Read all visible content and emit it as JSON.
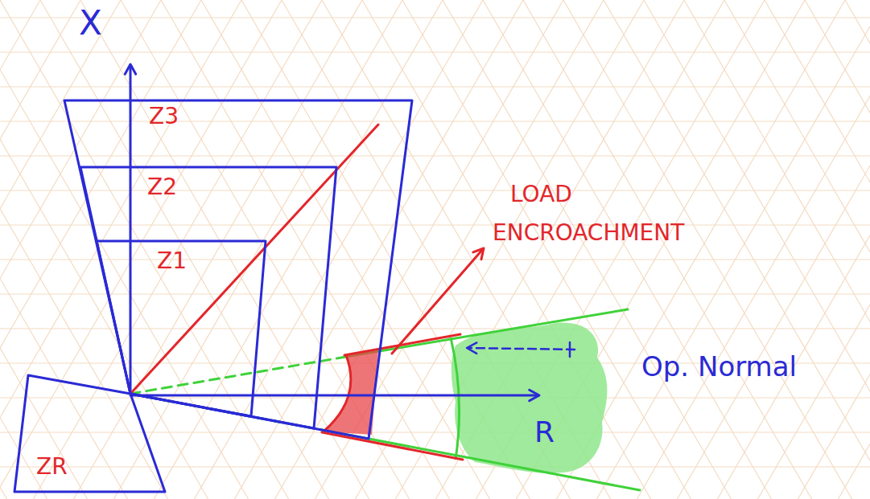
{
  "diagram": {
    "nodes": [
      {
        "text": [
          "Z3"
        ]
      },
      {
        "text": [
          "Z2"
        ],
        "in": 0
      },
      {
        "text": [
          "Z1"
        ],
        "in": 1
      },
      {
        "text": [
          "ZR"
        ]
      }
    ],
    "labels": [
      "X",
      "R",
      "LOAD ENCROACHMENT",
      "Op. Normal"
    ]
  }
}
